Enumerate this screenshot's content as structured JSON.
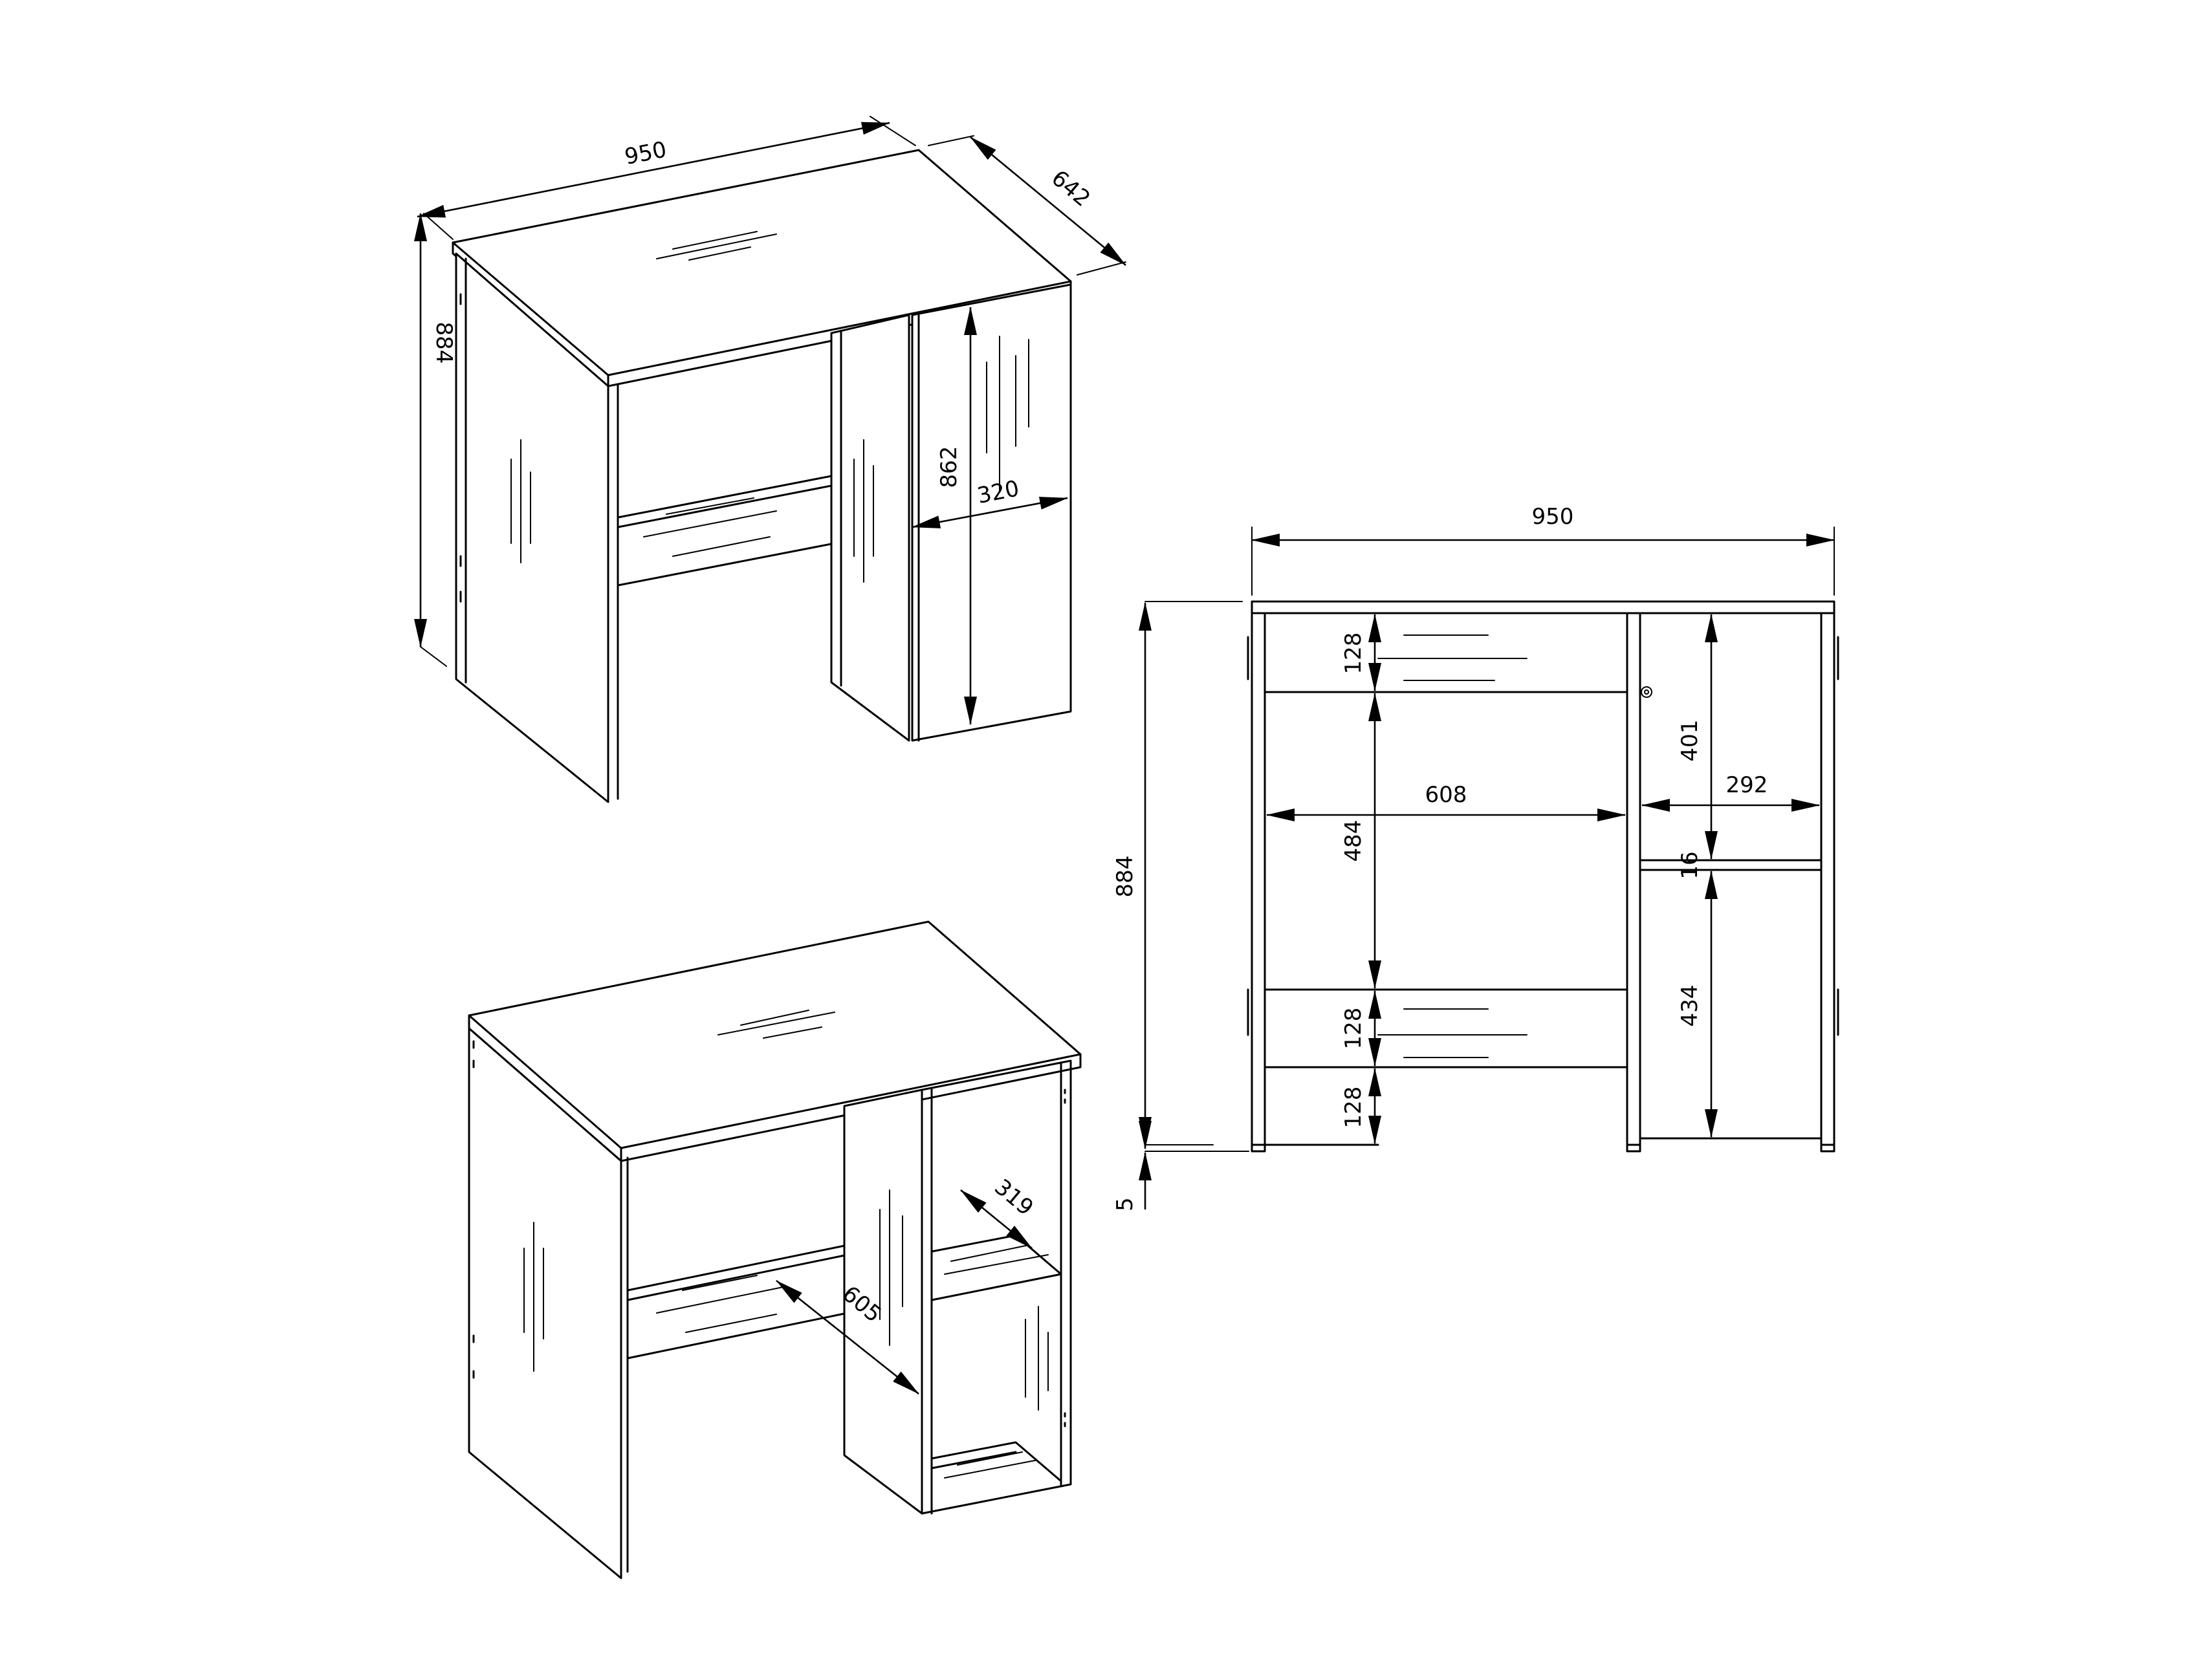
{
  "drawing": {
    "top_view": {
      "width_label": "950",
      "depth_label": "642",
      "height_label": "884",
      "door_height_label": "862",
      "door_width_label": "320"
    },
    "front_view": {
      "width_label": "950",
      "height_label": "884",
      "foot_label": "5",
      "drawer_top_label": "128",
      "knee_space_label": "484",
      "shelf_mid_label": "128",
      "shelf_bottom_label": "128",
      "opening_width_label": "608",
      "upper_compartment_label": "401",
      "compartment_width_label": "292",
      "shelf_thickness_label": "16",
      "lower_compartment_label": "434"
    },
    "bottom_view": {
      "shelf_depth_label": "319",
      "rail_length_label": "605"
    }
  }
}
